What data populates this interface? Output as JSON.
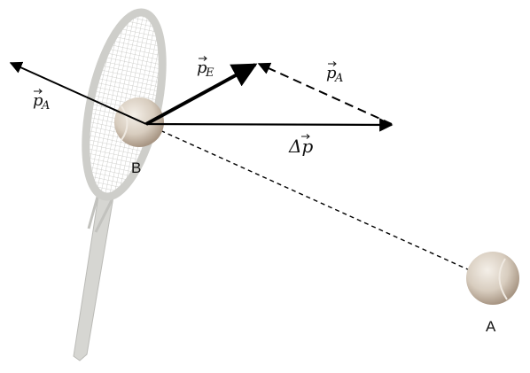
{
  "labels": {
    "p_A_left": "p",
    "p_A_left_sub": "A",
    "p_E": "p",
    "p_E_sub": "E",
    "p_A_right": "p",
    "p_A_right_sub": "A",
    "delta_p": "Δp",
    "point_B": "B",
    "point_A": "A"
  },
  "colors": {
    "arrow": "#000000",
    "racket_frame": "#c9c9c5",
    "racket_strings": "#b5b5b0",
    "ball": "#d9cfc3",
    "ball_shadow": "#a8988a"
  }
}
